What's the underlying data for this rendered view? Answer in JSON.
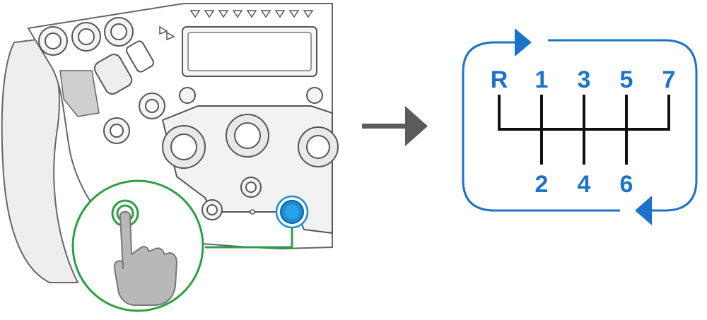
{
  "colors": {
    "wheel_body": "#ffffff",
    "wheel_outline": "#555555",
    "wheel_shade": "#e8e8e8",
    "grip": "#eeeeee",
    "highlight_button": "#1a8fd6",
    "callout": "#2aa040",
    "hand": "#b8b8b8",
    "arrow": "#5b5b5b",
    "gearbox_frame": "#1a73c8",
    "gearbox_lines": "#111111"
  },
  "icons": {
    "tap": "finger-tap-icon",
    "arrow": "right-arrow-icon",
    "cycle": "circular-arrows-icon"
  },
  "gear_pattern": {
    "top_row": [
      "R",
      "1",
      "3",
      "5",
      "7"
    ],
    "bottom_row": [
      "2",
      "4",
      "6"
    ]
  }
}
